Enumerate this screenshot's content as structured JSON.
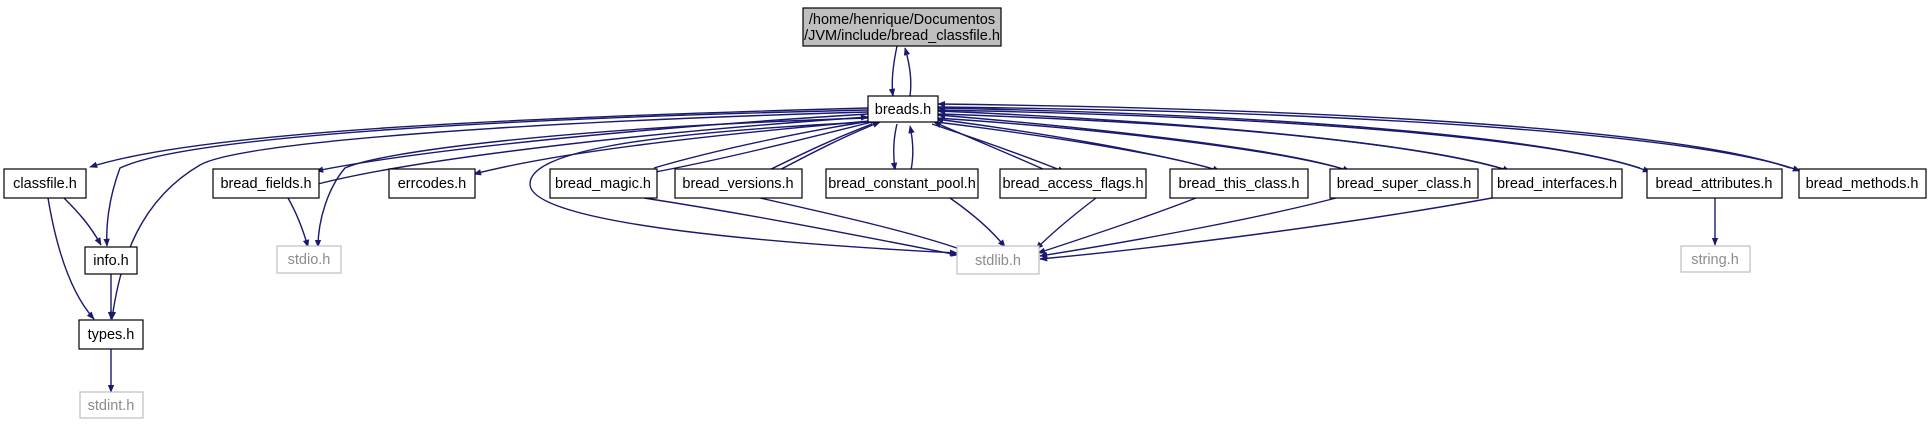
{
  "colors": {
    "edge": "#191970",
    "node_border": "#000000",
    "node_border_missing": "#bfbfbf",
    "node_text": "#000000",
    "node_text_missing": "#8c8c8c",
    "root_fill": "#bfbfbf",
    "node_fill": "#ffffff"
  },
  "root": {
    "line1": "/home/henrique/Documentos",
    "line2": "/JVM/include/bread_classfile.h"
  },
  "nodes": {
    "breads": "breads.h",
    "classfile": "classfile.h",
    "info": "info.h",
    "types": "types.h",
    "stdint": "stdint.h",
    "bread_fields": "bread_fields.h",
    "stdio": "stdio.h",
    "errcodes": "errcodes.h",
    "bread_magic": "bread_magic.h",
    "bread_versions": "bread_versions.h",
    "bread_constant_pool": "bread_constant_pool.h",
    "bread_access_flags": "bread_access_flags.h",
    "bread_this_class": "bread_this_class.h",
    "bread_super_class": "bread_super_class.h",
    "bread_interfaces": "bread_interfaces.h",
    "bread_attributes": "bread_attributes.h",
    "bread_methods": "bread_methods.h",
    "stdlib": "stdlib.h",
    "string": "string.h"
  }
}
